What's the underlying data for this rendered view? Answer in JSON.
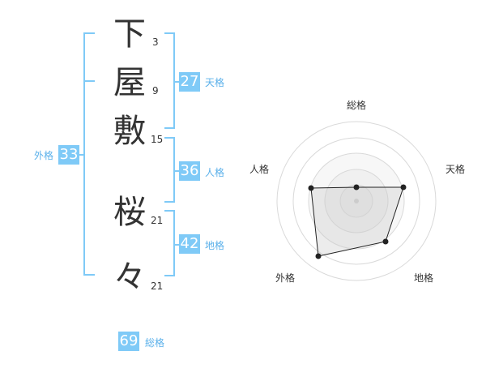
{
  "name": {
    "chars": [
      {
        "char": "下",
        "strokes": "3"
      },
      {
        "char": "屋",
        "strokes": "9"
      },
      {
        "char": "敷",
        "strokes": "15"
      },
      {
        "char": "桜",
        "strokes": "21"
      },
      {
        "char": "々",
        "strokes": "21"
      }
    ]
  },
  "fortune": {
    "tenkaku": {
      "label": "天格",
      "value": "27"
    },
    "jinkaku": {
      "label": "人格",
      "value": "36"
    },
    "chikaku": {
      "label": "地格",
      "value": "42"
    },
    "gaikaku": {
      "label": "外格",
      "value": "33"
    },
    "soukaku": {
      "label": "総格",
      "value": "69"
    }
  },
  "radar": {
    "labels": {
      "top": "総格",
      "right": "天格",
      "bottom_right": "地格",
      "bottom_left": "外格",
      "left": "人格"
    }
  },
  "colors": {
    "accent": "#7fcaf7",
    "accent_text": "#5ab0ea",
    "bracket": "#7fcaf7"
  }
}
